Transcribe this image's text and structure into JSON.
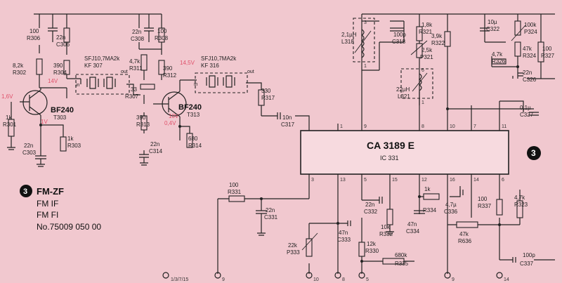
{
  "ic": {
    "name": "CA 3189 E",
    "ref": "IC 331"
  },
  "section_badge": "3",
  "title": {
    "badge": "3",
    "line1": "FM-ZF",
    "line2": "FM IF",
    "line3": "FM FI",
    "number": "No.75009  050 00"
  },
  "components": [
    {
      "id": "r306",
      "text": "100",
      "text2": "R306"
    },
    {
      "id": "c306",
      "text": "22n",
      "text2": "C306"
    },
    {
      "id": "r302",
      "text": "8,2k",
      "text2": "R302"
    },
    {
      "id": "r304",
      "text": "390",
      "text2": "R304"
    },
    {
      "id": "kf307",
      "text": "SFJ10,7MA2k",
      "text2": "KF 307"
    },
    {
      "id": "r301",
      "text": "1k",
      "text2": "R301"
    },
    {
      "id": "t303",
      "text": "BF240",
      "text2": "T303"
    },
    {
      "id": "r303",
      "text": "1k",
      "text2": "R303"
    },
    {
      "id": "c303",
      "text": "22n",
      "text2": "C303"
    },
    {
      "id": "c308",
      "text": "22n",
      "text2": "C308"
    },
    {
      "id": "r308",
      "text": "100",
      "text2": "R308"
    },
    {
      "id": "r311",
      "text": "4,7k",
      "text2": "R311"
    },
    {
      "id": "r312",
      "text": "390",
      "text2": "R312"
    },
    {
      "id": "r307",
      "text": "33",
      "text2": "R307"
    },
    {
      "id": "kf316",
      "text": "SFJ10,7MA2k",
      "text2": "KF 316"
    },
    {
      "id": "t313",
      "text": "BF240",
      "text2": "T313"
    },
    {
      "id": "r313",
      "text": "390",
      "text2": "R313"
    },
    {
      "id": "c314",
      "text": "22n",
      "text2": "C314"
    },
    {
      "id": "r314",
      "text": "680",
      "text2": "R314"
    },
    {
      "id": "r317",
      "text": "330",
      "text2": "R317"
    },
    {
      "id": "c317",
      "text": "10n",
      "text2": "C317"
    },
    {
      "id": "l318",
      "text": "2,1µH",
      "text2": "L318"
    },
    {
      "id": "c318",
      "text": "100p",
      "text2": "C318"
    },
    {
      "id": "r321",
      "text": "1,8k",
      "text2": "R321"
    },
    {
      "id": "p321",
      "text": "2,5k",
      "text2": "P321"
    },
    {
      "id": "l321",
      "text": "22µH",
      "text2": "L321"
    },
    {
      "id": "r322",
      "text": "3,9k",
      "text2": "R322"
    },
    {
      "id": "c322",
      "text": "10µ",
      "text2": "C322"
    },
    {
      "id": "p324",
      "text": "100k",
      "text2": "P324"
    },
    {
      "id": "r324",
      "text": "47k",
      "text2": "R324"
    },
    {
      "id": "r326",
      "text": "4,7k",
      "text2": "R326"
    },
    {
      "id": "c326",
      "text": "22n",
      "text2": "C326"
    },
    {
      "id": "r327",
      "text": "100",
      "text2": "R327"
    },
    {
      "id": "c327",
      "text": "0,1µ",
      "text2": "C327"
    },
    {
      "id": "r331",
      "text": "100",
      "text2": "R331"
    },
    {
      "id": "c331",
      "text": "22n",
      "text2": "C331"
    },
    {
      "id": "c332",
      "text": "22n",
      "text2": "C332"
    },
    {
      "id": "r332",
      "text": "10k",
      "text2": "R332"
    },
    {
      "id": "r334",
      "text": "1k",
      "text2": "R334"
    },
    {
      "id": "c334",
      "text": "47n",
      "text2": "C334"
    },
    {
      "id": "c336",
      "text": "4,7µ",
      "text2": "C336"
    },
    {
      "id": "r337",
      "text": "100",
      "text2": "R337"
    },
    {
      "id": "r323",
      "text": "4,7k",
      "text2": "R323"
    },
    {
      "id": "r636",
      "text": "47k",
      "text2": "R636"
    },
    {
      "id": "c333",
      "text": "47n",
      "text2": "C333"
    },
    {
      "id": "p333",
      "text": "22k",
      "text2": "P333"
    },
    {
      "id": "r330",
      "text": "12k",
      "text2": "R330"
    },
    {
      "id": "r335",
      "text": "680k",
      "text2": "R335"
    },
    {
      "id": "c337",
      "text": "100p",
      "text2": "C337"
    }
  ],
  "voltages": [
    {
      "id": "v1",
      "text": "1,6V"
    },
    {
      "id": "v2",
      "text": "14V"
    },
    {
      "id": "v3",
      "text": "1V"
    },
    {
      "id": "v4",
      "text": "14,5V"
    },
    {
      "id": "v5",
      "text": "10V"
    },
    {
      "id": "v6",
      "text": "0,4V"
    }
  ],
  "filter_pins": {
    "in": "in",
    "out": "out"
  },
  "ic_top_pins": [
    "1",
    "9",
    "8",
    "10",
    "7",
    "11"
  ],
  "ic_bottom_pins": [
    "3",
    "13",
    "5",
    "15",
    "12",
    "16",
    "14",
    "6"
  ],
  "coil_pins": [
    "3",
    "1",
    "6",
    "1"
  ],
  "connectors": [
    "1/3/7/15",
    "9",
    "10",
    "8",
    "5",
    "9",
    "14"
  ]
}
